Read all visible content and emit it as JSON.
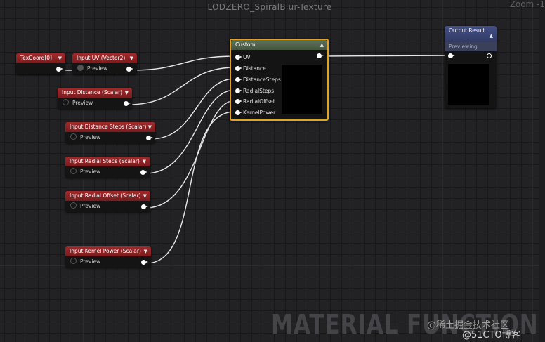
{
  "window": {
    "title": "LODZERO_SpiralBlur-Texture",
    "zoom": "Zoom -1"
  },
  "nodes": {
    "texcoord": {
      "title": "TexCoord[0]"
    },
    "uv": {
      "title": "Input UV (Vector2)",
      "preview": "Preview"
    },
    "distance": {
      "title": "Input Distance (Scalar)",
      "preview": "Preview"
    },
    "distance_steps": {
      "title": "Input Distance Steps (Scalar)",
      "preview": "Preview"
    },
    "radial_steps": {
      "title": "Input Radial Steps (Scalar)",
      "preview": "Preview"
    },
    "radial_offset": {
      "title": "Input Radial Offset (Scalar)",
      "preview": "Preview"
    },
    "kernel_power": {
      "title": "Input Kernel Power (Scalar)",
      "preview": "Preview"
    },
    "custom": {
      "title": "Custom",
      "inputs": [
        "UV",
        "Distance",
        "DistanceSteps",
        "RadialSteps",
        "RadialOffset",
        "KernelPower"
      ]
    },
    "output": {
      "title": "Output Result",
      "status": "Previewing"
    }
  },
  "watermark": {
    "text": "MATERIAL FUNCTION",
    "site1": "@稀土掘金技术社区",
    "site2": "@51CTO博客"
  },
  "colors": {
    "input_header": "#9a2628",
    "custom_header": "#53684f",
    "custom_border": "#e1a421",
    "output_header": "#3c4578",
    "grid": "#222224"
  }
}
